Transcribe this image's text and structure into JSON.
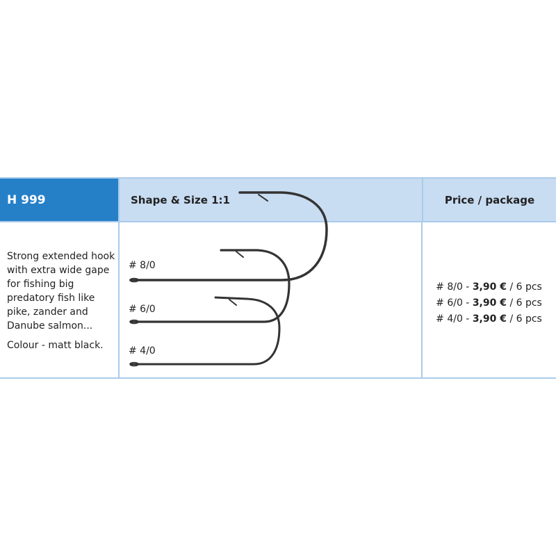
{
  "header": {
    "code": "H 999",
    "shape_title": "Shape & Size 1:1",
    "price_title": "Price / package"
  },
  "description": {
    "text": "Strong extended hook with extra wide gape for fishing big predatory fish like pike, zander and Danube salmon...",
    "colour": "Colour - matt black."
  },
  "sizes": [
    "# 8/0",
    "# 6/0",
    "# 4/0"
  ],
  "prices": [
    {
      "size": "# 8/0 -",
      "price": "3,90 €",
      "unit": "/ 6 pcs"
    },
    {
      "size": "# 6/0 -",
      "price": "3,90 €",
      "unit": "/ 6 pcs"
    },
    {
      "size": "# 4/0 -",
      "price": "3,90 €",
      "unit": "/ 6 pcs"
    }
  ],
  "colors": {
    "header_blue": "#2580c8",
    "header_light": "#c8dcf2",
    "border": "#a9cbea"
  }
}
